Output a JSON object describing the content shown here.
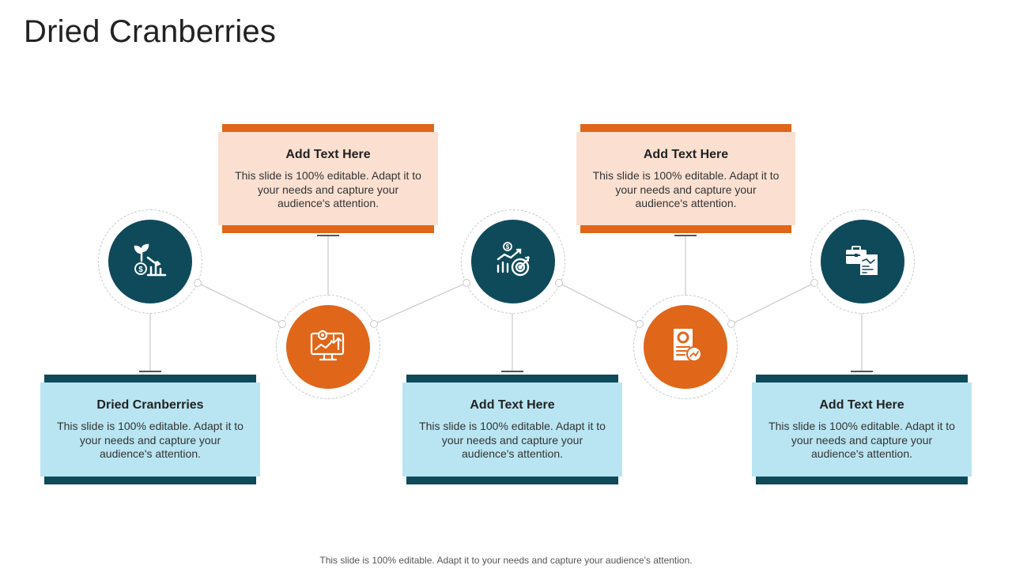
{
  "title": "Dried Cranberries",
  "colors": {
    "teal": "#0f4a5a",
    "orange": "#e0661a",
    "peach": "#fbe0d1",
    "light_blue": "#b9e5f2"
  },
  "cards": [
    {
      "title": "Dried Cranberries",
      "text": "This slide is 100% editable. Adapt it to your needs and capture your audience's attention."
    },
    {
      "title": "Add Text Here",
      "text": "This slide is 100% editable. Adapt it to your needs and capture your audience's attention."
    },
    {
      "title": "Add Text Here",
      "text": "This slide is 100% editable. Adapt it to your needs and capture your audience's attention."
    },
    {
      "title": "Add Text Here",
      "text": "This slide is 100% editable. Adapt it to your needs and capture your audience's attention."
    },
    {
      "title": "Add Text Here",
      "text": "This slide is 100% editable. Adapt it to your needs and capture your audience's attention."
    }
  ],
  "icons": [
    "plant-money-decline-icon",
    "monitor-gear-chart-icon",
    "chart-target-icon",
    "report-document-icon",
    "briefcase-documents-icon"
  ],
  "footer": "This slide is 100% editable. Adapt it to your needs and capture your audience's attention."
}
